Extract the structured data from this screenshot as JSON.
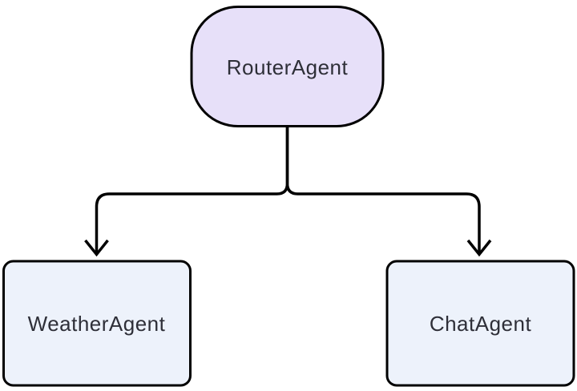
{
  "diagram": {
    "type": "flowchart",
    "direction": "top-down",
    "background_color": "#ffffff",
    "stroke_color": "#000000",
    "label_color": "#2e2f38",
    "nodes": [
      {
        "id": "router",
        "label": "RouterAgent",
        "shape": "stadium",
        "fill": "#e7e0f9"
      },
      {
        "id": "weather",
        "label": "WeatherAgent",
        "shape": "rounded-rect",
        "fill": "#edf2fb"
      },
      {
        "id": "chat",
        "label": "ChatAgent",
        "shape": "rounded-rect",
        "fill": "#edf2fb"
      }
    ],
    "edges": [
      {
        "from": "RouterAgent",
        "to": "WeatherAgent",
        "style": "solid",
        "arrowhead": "open-chevron"
      },
      {
        "from": "RouterAgent",
        "to": "ChatAgent",
        "style": "solid",
        "arrowhead": "open-chevron"
      }
    ]
  }
}
